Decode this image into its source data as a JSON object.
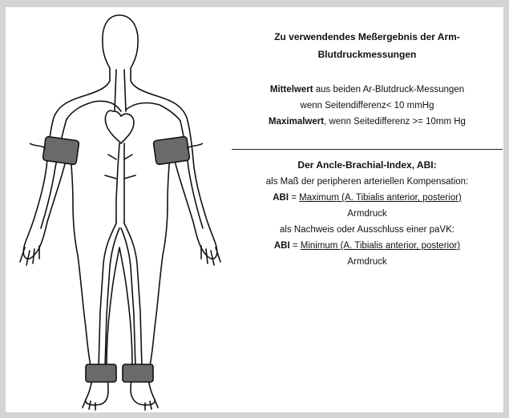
{
  "section1": {
    "title_line1": "Zu verwendendes Meßergebnis der Arm-",
    "title_line2": "Blutdruckmessungen",
    "mittel_bold": "Mittelwert",
    "mittel_rest": " aus beiden Ar-Blutdruck-Messungen",
    "mittel_line2": "wenn Seitendifferenz< 10 mmHg",
    "max_bold": "Maximalwert",
    "max_rest": ", wenn Seitedifferenz >= 10mm Hg"
  },
  "section2": {
    "title": "Der Ancle-Brachial-Index, ABI:",
    "line1": "als Maß der peripheren arteriellen Kompensation:",
    "abi_label": "ABI",
    "equals": " = ",
    "max_formula": "Maximum (A. Tibialis anterior, posterior)",
    "denominator1": "Armdruck",
    "line2": "als Nachweis oder Ausschluss einer paVK:",
    "min_formula": "Minimum (A. Tibialis anterior, posterior)",
    "denominator2": "Armdruck"
  }
}
